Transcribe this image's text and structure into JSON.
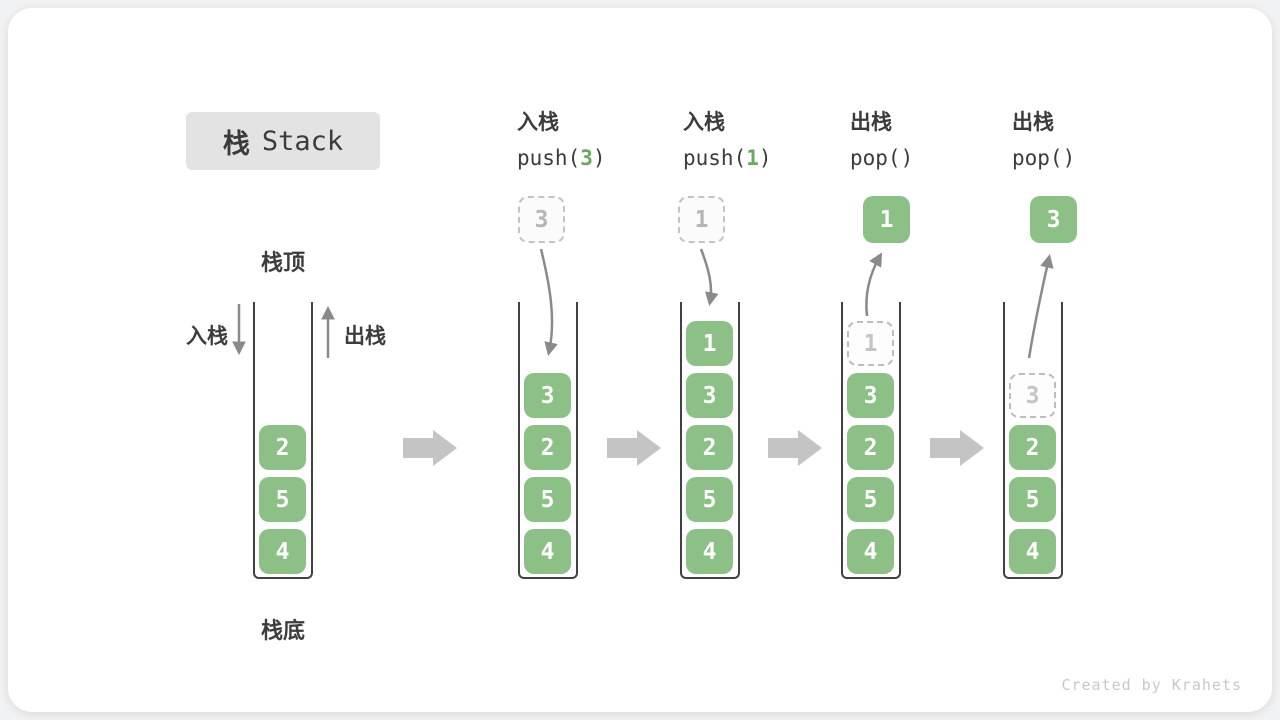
{
  "title": {
    "zh": "栈",
    "en": "Stack"
  },
  "side_labels": {
    "stack_top": "栈顶",
    "stack_bottom": "栈底",
    "push_arrow": "入栈",
    "pop_arrow": "出栈"
  },
  "operations": [
    {
      "name": "入栈",
      "code_prefix": "push(",
      "code_value": "3",
      "code_suffix": ")"
    },
    {
      "name": "入栈",
      "code_prefix": "push(",
      "code_value": "1",
      "code_suffix": ")"
    },
    {
      "name": "出栈",
      "code_prefix": "pop(",
      "code_value": "",
      "code_suffix": ")"
    },
    {
      "name": "出栈",
      "code_prefix": "pop(",
      "code_value": "",
      "code_suffix": ")"
    }
  ],
  "floating_boxes": [
    {
      "value": "3",
      "variant": "dashed"
    },
    {
      "value": "1",
      "variant": "dashed"
    },
    {
      "value": "1",
      "variant": "solid"
    },
    {
      "value": "3",
      "variant": "solid"
    }
  ],
  "stacks": [
    {
      "values": [
        "4",
        "5",
        "2"
      ],
      "ghost": null
    },
    {
      "values": [
        "4",
        "5",
        "2",
        "3"
      ],
      "ghost": null
    },
    {
      "values": [
        "4",
        "5",
        "2",
        "3",
        "1"
      ],
      "ghost": null
    },
    {
      "values": [
        "4",
        "5",
        "2",
        "3"
      ],
      "ghost": "1"
    },
    {
      "values": [
        "4",
        "5",
        "2"
      ],
      "ghost": "3"
    }
  ],
  "footer": {
    "credit": "Created by Krahets"
  },
  "colors": {
    "box_green": "#8cc087",
    "code_value_green": "#69a85e",
    "arrow_gray": "#8a8a8a",
    "block_arrow_gray": "#c4c4c4",
    "title_bg": "#e3e3e4",
    "text_dark": "#3b3b3b",
    "card_bg": "#ffffff",
    "page_bg": "#f1f2f3"
  }
}
